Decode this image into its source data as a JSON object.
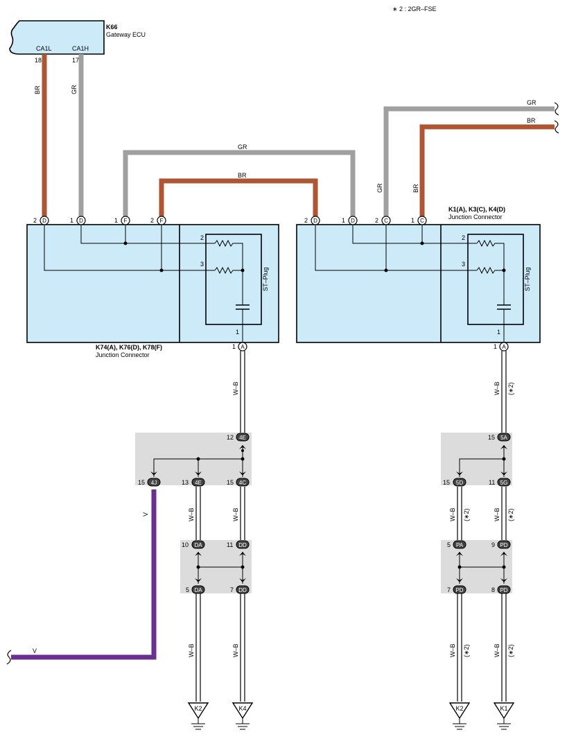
{
  "legend_note": "∗ 2 : 2GR–FSE",
  "colors": {
    "BR": "#b05533",
    "GR": "#a0a0a0",
    "V": "#6b2e91",
    "box_fill": "#cdeaf8",
    "splice_bg": "#dcdcdc"
  },
  "gateway": {
    "code": "K66",
    "name": "Gateway ECU",
    "pin_left_label": "CA1L",
    "pin_right_label": "CA1H",
    "pin_left_num": "18",
    "pin_right_num": "17",
    "wire_left": "BR",
    "wire_right": "GR"
  },
  "jc_left": {
    "title": "K74(A), K76(D), K78(F)",
    "subtitle": "Junction Connector",
    "stplug": "ST–Plug",
    "pins": [
      {
        "num": "2",
        "letter": "D"
      },
      {
        "num": "1",
        "letter": "D"
      },
      {
        "num": "1",
        "letter": "F"
      },
      {
        "num": "2",
        "letter": "F"
      }
    ],
    "r1": "2",
    "r2": "3",
    "cap_pin": "1",
    "out_num": "1",
    "out_letter": "A"
  },
  "jc_right": {
    "title": "K1(A), K3(C), K4(D)",
    "subtitle": "Junction Connector",
    "stplug": "ST–Plug",
    "pins": [
      {
        "num": "2",
        "letter": "D"
      },
      {
        "num": "1",
        "letter": "D"
      },
      {
        "num": "2",
        "letter": "C"
      },
      {
        "num": "1",
        "letter": "C"
      }
    ],
    "r1": "2",
    "r2": "3",
    "cap_pin": "1",
    "out_num": "1",
    "out_letter": "A"
  },
  "wires": {
    "gr_top": "GR",
    "br_top": "BR",
    "gr_right_vert": "GR",
    "br_right_vert": "BR",
    "gr_right_end": "GR",
    "br_right_end": "BR",
    "v_label": "V",
    "v_end_label": "V",
    "wb": "W–B",
    "note2": "(∗2)"
  },
  "left_splice1": {
    "top": {
      "num": "12",
      "code": "4E"
    },
    "outs": [
      {
        "num": "15",
        "code": "4J"
      },
      {
        "num": "13",
        "code": "4E"
      },
      {
        "num": "15",
        "code": "4C"
      }
    ]
  },
  "left_splice2": {
    "top": [
      {
        "num": "10",
        "code": "DA"
      },
      {
        "num": "11",
        "code": "DD"
      }
    ],
    "bot": [
      {
        "num": "5",
        "code": "DA"
      },
      {
        "num": "7",
        "code": "DD"
      }
    ]
  },
  "right_splice1": {
    "top": {
      "num": "15",
      "code": "5A"
    },
    "outs": [
      {
        "num": "15",
        "code": "5D"
      },
      {
        "num": "11",
        "code": "5G"
      }
    ]
  },
  "right_splice2": {
    "top": [
      {
        "num": "5",
        "code": "PA"
      },
      {
        "num": "9",
        "code": "PD"
      }
    ],
    "bot": [
      {
        "num": "7",
        "code": "PD"
      },
      {
        "num": "8",
        "code": "PD"
      }
    ]
  },
  "grounds": [
    "K2",
    "K4",
    "K2",
    "K1"
  ]
}
